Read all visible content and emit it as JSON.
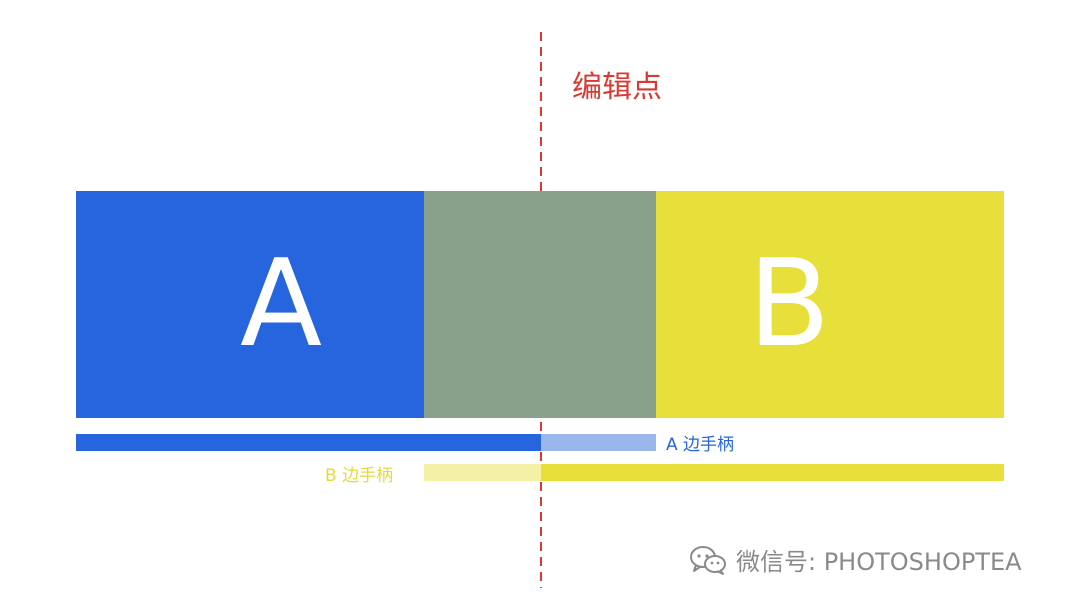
{
  "clips": {
    "a": {
      "label": "A",
      "color": "#2665dd"
    },
    "b": {
      "label": "B",
      "color": "#e8e03a"
    },
    "overlap_color": "#89a18b"
  },
  "handles": {
    "a_label": "A 边手柄",
    "b_label": "B 边手柄",
    "a_handle_color": "#9bb6ec",
    "b_handle_color": "#f4f0a6"
  },
  "edit_point": {
    "label": "编辑点",
    "color": "#d83a33"
  },
  "watermark": {
    "text": "微信号: PHOTOSHOPTEA",
    "icon": "wechat-icon"
  }
}
